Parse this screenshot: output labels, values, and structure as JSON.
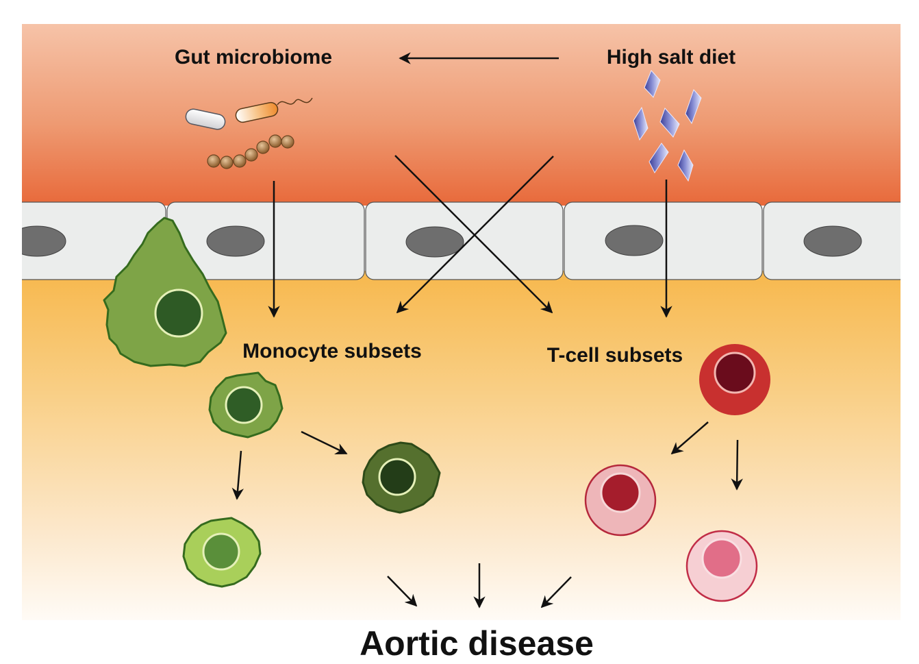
{
  "labels": {
    "gut_microbiome": "Gut microbiome",
    "high_salt_diet": "High salt diet",
    "monocyte_subsets": "Monocyte subsets",
    "t_cell_subsets": "T-cell subsets",
    "aortic_disease": "Aortic disease"
  },
  "colors": {
    "lumen_top": "#f6c3a8",
    "lumen_bottom": "#e8693a",
    "epithelium": "#ebedec",
    "nucleus": "#6e6e6e",
    "tissue_top": "#f7b84d",
    "tissue_bottom": "#fffaf4",
    "salt_crystal": "#5a5fb0",
    "bacteria_brown": "#9a6a3a",
    "monocyte_green": "#7ea447",
    "monocyte_dark": "#55702e",
    "monocyte_light": "#a9cf5a",
    "tcell_red": "#c8302f",
    "tcell_pink": "#eeb6b9",
    "tcell_light": "#f6cfd3",
    "arrow": "#111111"
  }
}
